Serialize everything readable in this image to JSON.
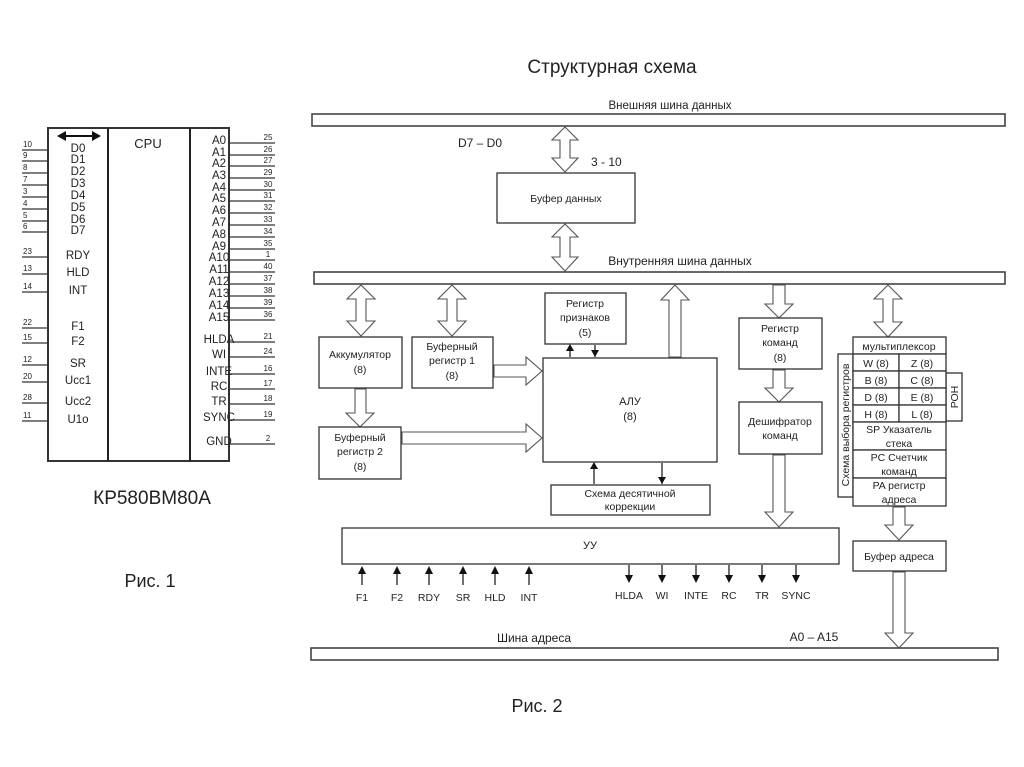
{
  "fig1": {
    "cpu_label": "CPU",
    "chip_name": "КР580ВМ80А",
    "caption": "Рис. 1",
    "left_pins": [
      {
        "num": "10",
        "name": "D0"
      },
      {
        "num": "9",
        "name": "D1"
      },
      {
        "num": "8",
        "name": "D2"
      },
      {
        "num": "7",
        "name": "D3"
      },
      {
        "num": "3",
        "name": "D4"
      },
      {
        "num": "4",
        "name": "D5"
      },
      {
        "num": "5",
        "name": "D6"
      },
      {
        "num": "6",
        "name": "D7"
      },
      {
        "num": "23",
        "name": "RDY"
      },
      {
        "num": "13",
        "name": "HLD"
      },
      {
        "num": "14",
        "name": "INT"
      },
      {
        "num": "22",
        "name": "F1"
      },
      {
        "num": "15",
        "name": "F2"
      },
      {
        "num": "12",
        "name": "SR"
      },
      {
        "num": "20",
        "name": "Ucc1"
      },
      {
        "num": "28",
        "name": "Ucc2"
      },
      {
        "num": "11",
        "name": "U1o"
      }
    ],
    "right_pins": [
      {
        "num": "25",
        "name": "A0"
      },
      {
        "num": "26",
        "name": "A1"
      },
      {
        "num": "27",
        "name": "A2"
      },
      {
        "num": "29",
        "name": "A3"
      },
      {
        "num": "30",
        "name": "A4"
      },
      {
        "num": "31",
        "name": "A5"
      },
      {
        "num": "32",
        "name": "A6"
      },
      {
        "num": "33",
        "name": "A7"
      },
      {
        "num": "34",
        "name": "A8"
      },
      {
        "num": "35",
        "name": "A9"
      },
      {
        "num": "1",
        "name": "A10"
      },
      {
        "num": "40",
        "name": "A11"
      },
      {
        "num": "37",
        "name": "A12"
      },
      {
        "num": "38",
        "name": "A13"
      },
      {
        "num": "39",
        "name": "A14"
      },
      {
        "num": "36",
        "name": "A15"
      },
      {
        "num": "21",
        "name": "HLDA"
      },
      {
        "num": "24",
        "name": "WI"
      },
      {
        "num": "16",
        "name": "INTE"
      },
      {
        "num": "17",
        "name": "RC"
      },
      {
        "num": "18",
        "name": "TR"
      },
      {
        "num": "19",
        "name": "SYNC"
      },
      {
        "num": "2",
        "name": "GND"
      }
    ]
  },
  "fig2": {
    "title": "Структурная схема",
    "caption": "Рис. 2",
    "external_bus": "Внешняя шина данных",
    "data_lines": "D7 – D0",
    "pins_label": "3 - 10",
    "data_buffer": "Буфер данных",
    "internal_bus": "Внутренняя шина данных",
    "accumulator": [
      "Аккумулятор",
      "(8)"
    ],
    "buffer_reg1": [
      "Буферный",
      "регистр 1",
      "(8)"
    ],
    "buffer_reg2": [
      "Буферный",
      "регистр 2",
      "(8)"
    ],
    "flags_reg": [
      "Регистр",
      "признаков",
      "(5)"
    ],
    "alu": [
      "АЛУ",
      "(8)"
    ],
    "decimal_correction": [
      "Схема десятичной",
      "коррекции"
    ],
    "instr_reg": [
      "Регистр",
      "команд",
      "(8)"
    ],
    "instr_decoder": [
      "Дешифратор",
      "команд"
    ],
    "multiplexer": "мультиплексор",
    "reg_select": "Схема выбора регистров",
    "gpr_label": "РОН",
    "register_pairs": [
      [
        "W (8)",
        "Z (8)"
      ],
      [
        "B (8)",
        "C (8)"
      ],
      [
        "D (8)",
        "E (8)"
      ],
      [
        "H (8)",
        "L (8)"
      ]
    ],
    "sp": [
      "SP Указатель",
      "стека"
    ],
    "pc": [
      "PC Счетчик",
      "команд"
    ],
    "pa": [
      "PA регистр",
      "адреса"
    ],
    "address_buffer": "Буфер адреса",
    "control_unit": "УУ",
    "control_inputs": [
      "F1",
      "F2",
      "RDY",
      "SR",
      "HLD",
      "INT"
    ],
    "control_outputs": [
      "HLDA",
      "WI",
      "INTE",
      "RC",
      "TR",
      "SYNC"
    ],
    "address_bus": "Шина адреса",
    "address_lines": "A0 – A15"
  }
}
